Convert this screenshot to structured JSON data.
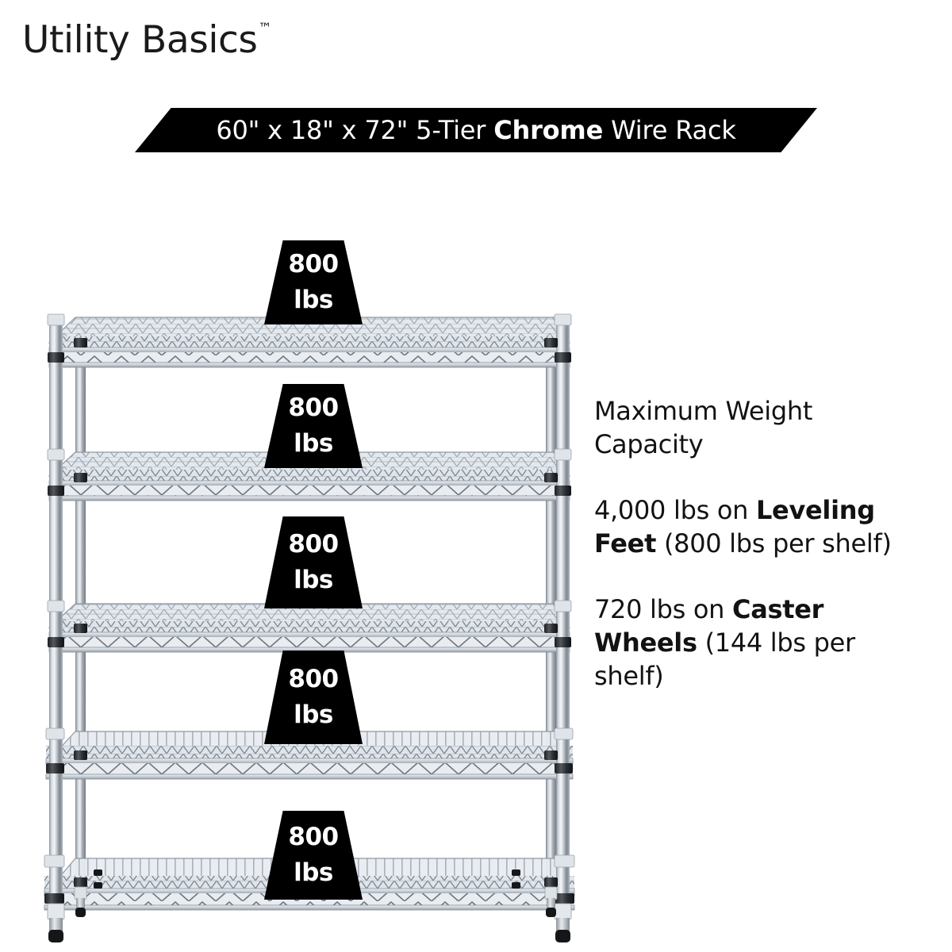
{
  "brand": {
    "name": "Utility Basics",
    "trademark": "™"
  },
  "banner": {
    "prefix": "60\" x 18\" x 72\" 5-Tier ",
    "highlight": "Chrome",
    "suffix": " Wire Rack",
    "full_text": "60\" x 18\" x 72\" 5-Tier Chrome Wire Rack",
    "background_color": "#000000",
    "text_color": "#ffffff"
  },
  "specs": {
    "heading": "Maximum Weight Capacity",
    "leveling": {
      "total": "4,000 lbs on ",
      "bold": "Leveling Feet",
      "detail": " (800 lbs per shelf)",
      "full_text": "4,000 lbs on Leveling Feet (800 lbs per shelf)"
    },
    "caster": {
      "total": "720 lbs on ",
      "bold": "Caster Wheels",
      "detail": " (144 lbs per shelf)",
      "full_text": "720 lbs on Caster Wheels (144 lbs per shelf)"
    }
  },
  "product": {
    "tier_count": 5,
    "shelf_capacity_number": "800",
    "shelf_capacity_unit": "lbs",
    "badges": [
      {
        "number": "800",
        "unit": "lbs",
        "shelf_index": 1
      },
      {
        "number": "800",
        "unit": "lbs",
        "shelf_index": 2
      },
      {
        "number": "800",
        "unit": "lbs",
        "shelf_index": 3
      },
      {
        "number": "800",
        "unit": "lbs",
        "shelf_index": 4
      },
      {
        "number": "800",
        "unit": "lbs",
        "shelf_index": 5
      }
    ],
    "finish_color": "#c9ced4",
    "accent_color": "#000000"
  }
}
